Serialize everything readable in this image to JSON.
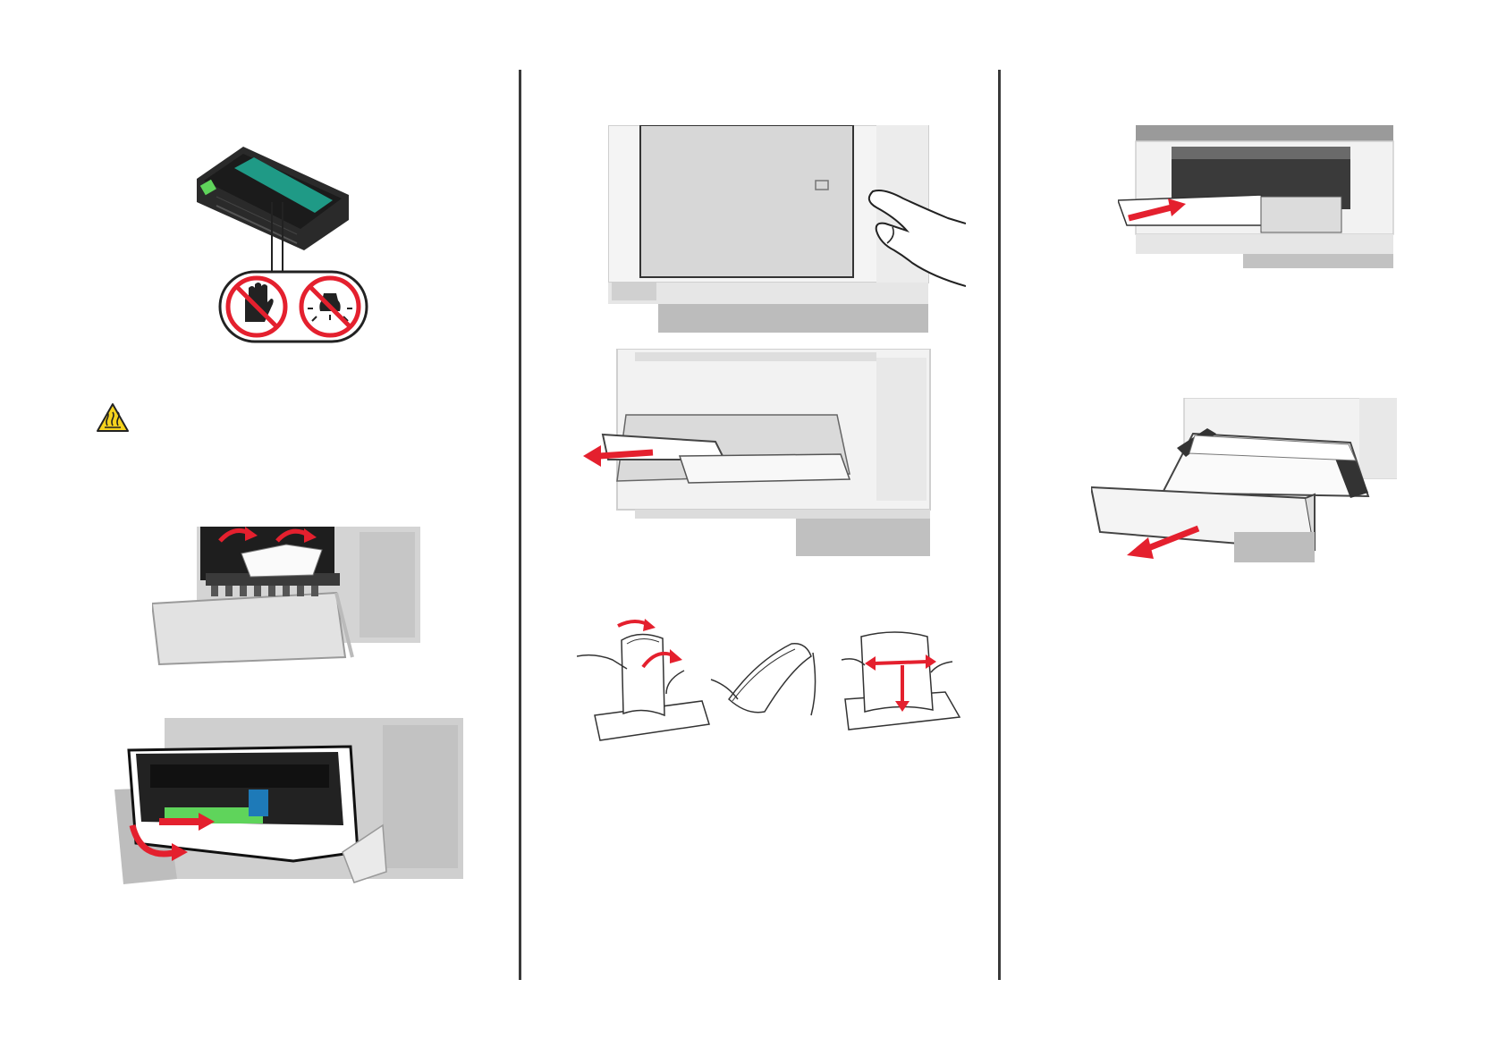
{
  "page": {
    "background": "#ffffff",
    "columns": 3
  },
  "colors": {
    "warning_red": "#e4202e",
    "caution_yellow": "#f6d31d",
    "printer_gray": "#d9d9d9",
    "printer_dark": "#8f8f8f",
    "drum_green": "#1f9a86",
    "handle_green": "#5fd45b",
    "latch_blue": "#1e7ab8"
  },
  "icons": {
    "no_touch": "no-touch-icon",
    "no_light": "no-light-icon",
    "hot_surface": "hot-surface-caution-icon"
  },
  "figures": [
    "imaging-unit-warning",
    "hot-surface-caution",
    "open-front-door-remove-paper",
    "insert-imaging-unit",
    "open-multipurpose-feeder-door",
    "pull-multipurpose-feeder",
    "flex-fan-align-paper",
    "load-paper-feeder",
    "pull-out-tray"
  ]
}
